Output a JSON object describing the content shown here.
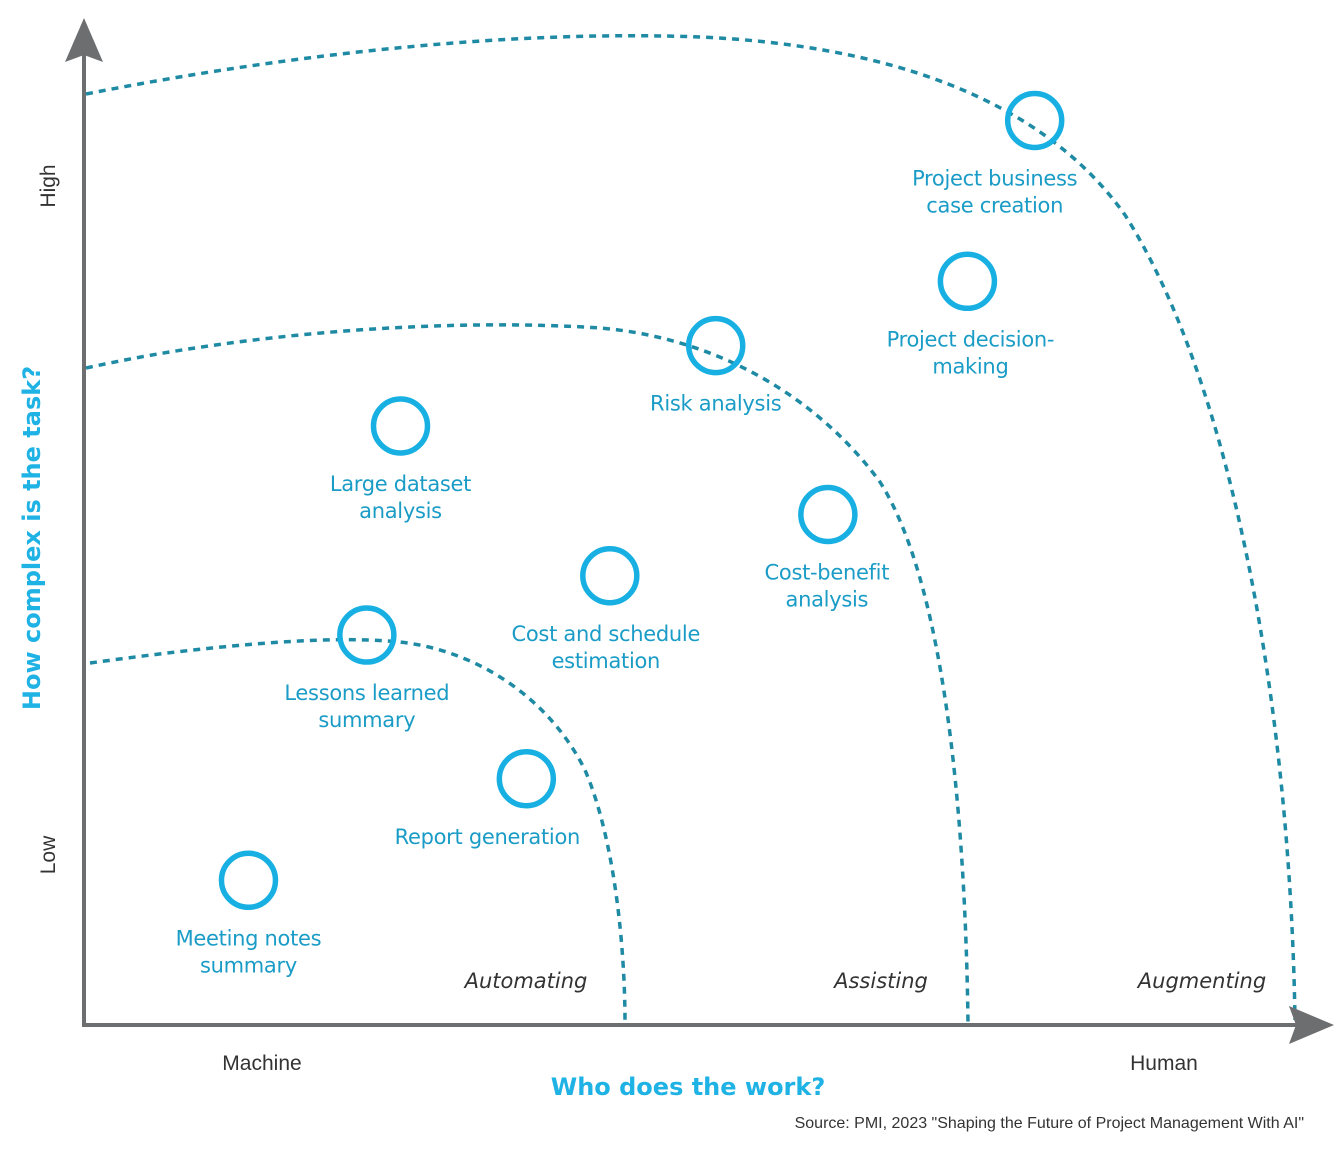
{
  "chart_data": {
    "type": "scatter",
    "title": "",
    "xlabel": "Who does the work?",
    "ylabel": "How complex is the task?",
    "x_ends": {
      "low": "Machine",
      "high": "Human"
    },
    "y_ends": {
      "low": "Low",
      "high": "High"
    },
    "xlim": [
      0,
      100
    ],
    "ylim": [
      0,
      100
    ],
    "regions": [
      "Automating",
      "Assisting",
      "Augmenting"
    ],
    "points": [
      {
        "label": [
          "Project business",
          "case creation"
        ],
        "x": 76.3,
        "y": 90.0
      },
      {
        "label": [
          "Project decision-",
          "making"
        ],
        "x": 70.9,
        "y": 74.0
      },
      {
        "label": [
          "Risk analysis"
        ],
        "x": 50.7,
        "y": 67.6
      },
      {
        "label": [
          "Large dataset",
          "analysis"
        ],
        "x": 25.4,
        "y": 59.6
      },
      {
        "label": [
          "Cost-benefit",
          "analysis"
        ],
        "x": 59.7,
        "y": 50.8
      },
      {
        "label": [
          "Cost and schedule",
          "estimation"
        ],
        "x": 42.2,
        "y": 44.7
      },
      {
        "label": [
          "Lessons learned",
          "summary"
        ],
        "x": 22.7,
        "y": 38.8
      },
      {
        "label": [
          "Report generation"
        ],
        "x": 35.5,
        "y": 24.5
      },
      {
        "label": [
          "Meeting notes",
          "summary"
        ],
        "x": 13.2,
        "y": 14.4
      }
    ],
    "colors": {
      "point": "#18b0e2",
      "label": "#1a9cc6",
      "boundary": "#1e8aa3",
      "axis": "#6d6e70"
    }
  },
  "source": "Source: PMI, 2023 \"Shaping the Future of Project Management With AI\""
}
